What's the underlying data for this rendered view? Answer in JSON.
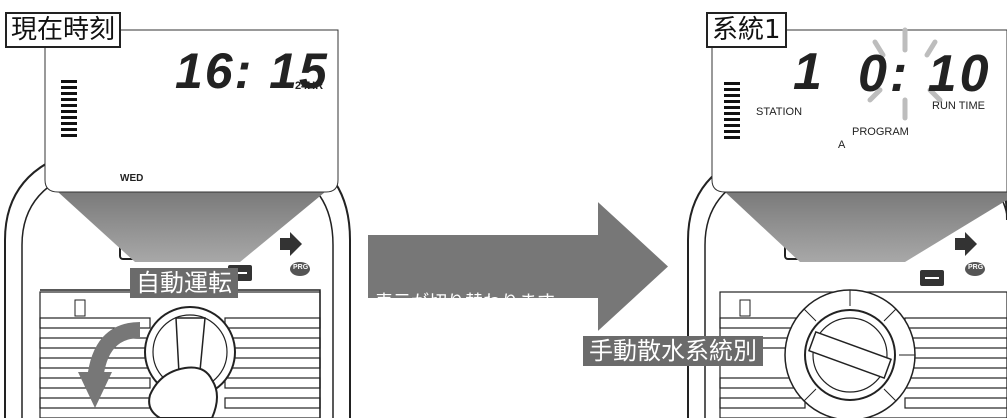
{
  "left_panel": {
    "title_box": "現在時刻",
    "clock_time": "16: 15",
    "clock_suffix": "24HR",
    "weekday": "WED",
    "dial_label": "自動運転"
  },
  "transition": {
    "arrow_text": "表示が切り替わります。"
  },
  "right_panel": {
    "title_box": "系統1",
    "station_number": "1",
    "runtime_digits": "0: 10",
    "station_label": "STATION",
    "runtime_label": "RUN TIME",
    "program_label": "PROGRAM",
    "program_value": "A",
    "dial_label": "手動散水系統別"
  },
  "controller": {
    "prg_button": "PRG"
  },
  "colors": {
    "beam_gray": "#8c8c8c",
    "label_gray": "#6b6b6b",
    "arrow_gray": "#777777",
    "lcd_segment": "#111111",
    "blink_segment": "#bdbdbd"
  }
}
